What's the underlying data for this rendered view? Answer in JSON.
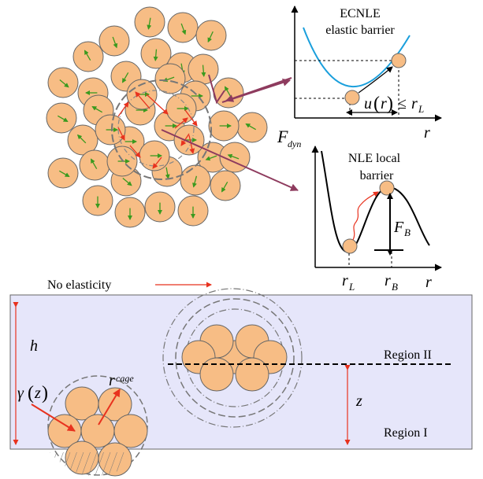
{
  "top_right_plot": {
    "title_line1": "ECNLE",
    "title_line2": "elastic barrier",
    "x_label": "r",
    "displacement_u": "u",
    "displacement_arg": "r",
    "leq": "≤",
    "r_symbol": "r",
    "r_sub_L": "L",
    "curve_color": "#1a9fdc"
  },
  "bottom_right_plot": {
    "y_label": "F",
    "y_sub": "dyn",
    "title_line1": "NLE local",
    "title_line2": "barrier",
    "barrier_symbol": "F",
    "barrier_sub": "B",
    "tick_rL": "r",
    "tick_rL_sub": "L",
    "tick_rB": "r",
    "tick_rB_sub": "B",
    "x_label": "r"
  },
  "film": {
    "no_elasticity": "No elasticity",
    "h_label": "h",
    "gamma_label": "γ",
    "gamma_arg": "z",
    "r_cage": "r",
    "r_cage_sub": "cage",
    "region2": "Region II",
    "region1": "Region I",
    "z_label": "z",
    "film_fill": "#e6e6fa"
  },
  "colors": {
    "particle": "#f7bd85",
    "green_arrow": "#3a9a1e",
    "red_arrow": "#e8321e",
    "purple_arrow": "#8e3b5e",
    "red_accent": "#e8321e"
  }
}
